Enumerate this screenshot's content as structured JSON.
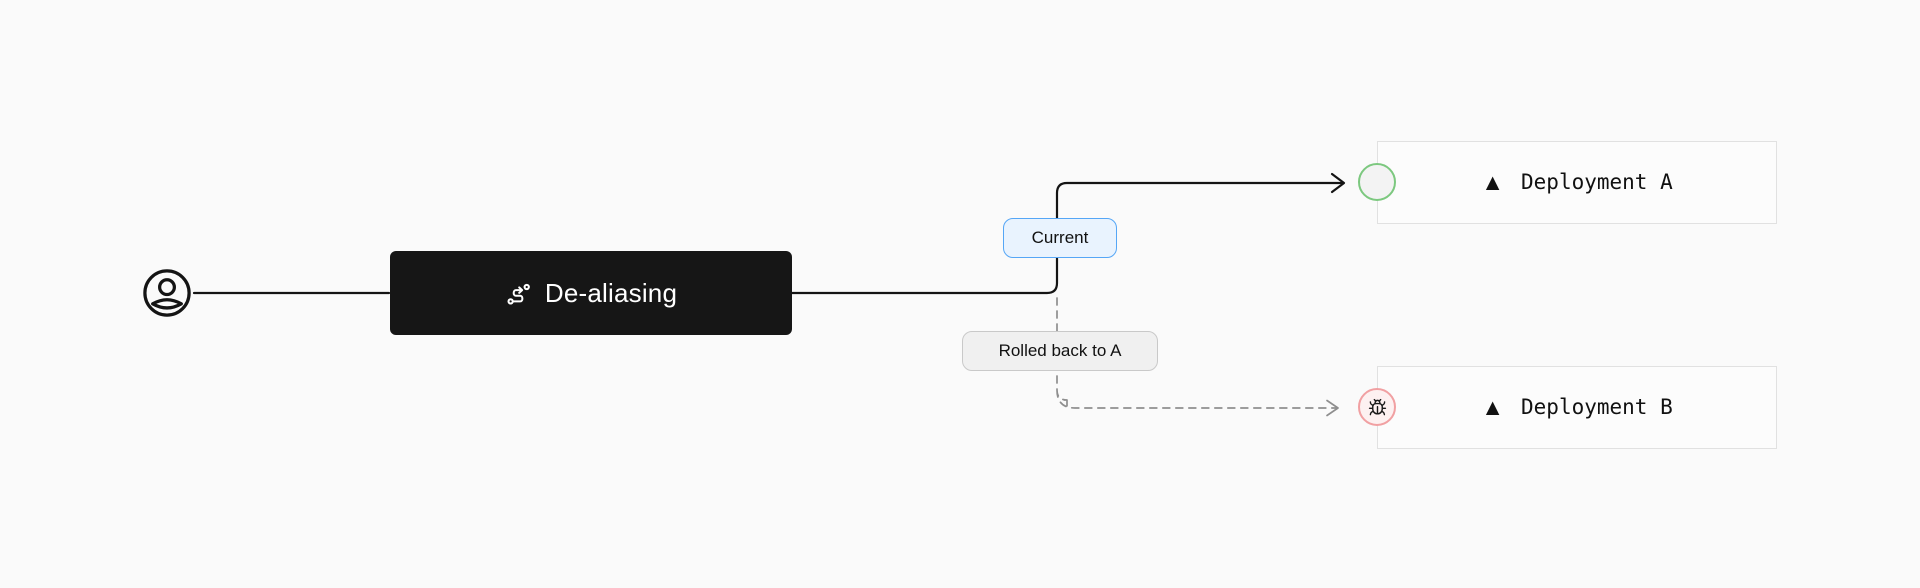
{
  "diagram": {
    "background_color": "#fafafa",
    "user_node": {
      "icon": "user-circle-icon"
    },
    "dealiasing_node": {
      "label": "De-aliasing",
      "icon": "route-icon",
      "bg_color": "#161616",
      "text_color": "#ffffff"
    },
    "current_badge": {
      "label": "Current",
      "bg_color": "#e9f3fe",
      "border_color": "#55a6f6",
      "text_color": "#111111"
    },
    "rolled_back_badge": {
      "label": "Rolled back to A",
      "bg_color": "#f0f0f0",
      "border_color": "#c9c9c9",
      "text_color": "#111111"
    },
    "deployment_a": {
      "logo": "▲",
      "label": "Deployment A",
      "status": "current",
      "status_ring_color": "#7cc87f"
    },
    "deployment_b": {
      "logo": "▲",
      "label": "Deployment B",
      "status": "rolled-back",
      "status_icon": "bug-icon",
      "status_ring_color": "#f1a0a2"
    },
    "edges": {
      "user_to_dealiasing": "solid",
      "dealiasing_to_a": "solid-arrow",
      "dealiasing_to_b": "dashed-arrow",
      "solid_color": "#141414",
      "dashed_color": "#8e8e8e"
    }
  }
}
